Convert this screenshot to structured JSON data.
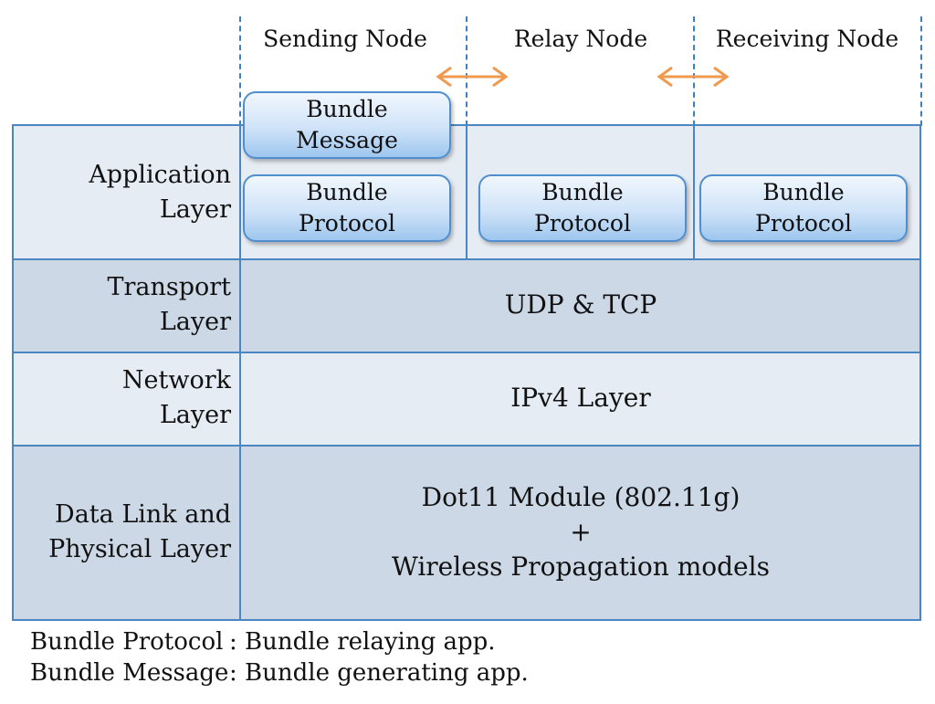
{
  "nodes": {
    "sending": "Sending Node",
    "relay": "Relay Node",
    "receiving": "Receiving Node"
  },
  "layers": {
    "application": {
      "label": "Application\nLayer"
    },
    "transport": {
      "label": "Transport\nLayer",
      "content": "UDP & TCP"
    },
    "network": {
      "label": "Network\nLayer",
      "content": "IPv4 Layer"
    },
    "datalink": {
      "label": "Data Link and\nPhysical Layer",
      "content": "Dot11 Module (802.11g)\n+\nWireless Propagation models"
    }
  },
  "boxes": {
    "bundle_message": "Bundle\nMessage",
    "bundle_protocol_sending": "Bundle\nProtocol",
    "bundle_protocol_relay": "Bundle\nProtocol",
    "bundle_protocol_receiving": "Bundle\nProtocol"
  },
  "legend": [
    {
      "term": "Bundle Protocol",
      "definition": ": Bundle relaying app."
    },
    {
      "term": "Bundle Message",
      "definition": ": Bundle generating app."
    }
  ],
  "colors": {
    "border": "#4a86c2",
    "row_light": "#e6ecf3",
    "row_dark": "#ccd8e6",
    "arrow": "#ef9a4e",
    "pill_border": "#4f8fd0"
  }
}
